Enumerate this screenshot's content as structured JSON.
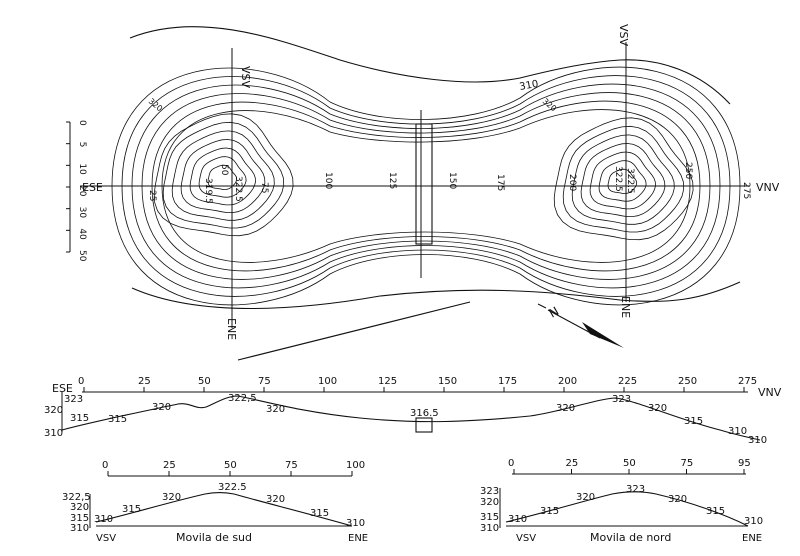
{
  "plan": {
    "axis_labels": {
      "ese": "ESE",
      "vnv": "VNV",
      "vsv_south": "VSV",
      "ene_south": "ENE",
      "vsv_north": "VSV",
      "ene_north": "ENE"
    },
    "north_arrow": "N",
    "scale_ticks": [
      "0",
      "5",
      "10",
      "20",
      "30",
      "40",
      "50"
    ],
    "contour_labels": {
      "c310": "310",
      "c100": "100",
      "c125": "125",
      "c150": "150",
      "c175": "175",
      "c200": "200",
      "c225": "225",
      "c250": "250",
      "c275": "275",
      "c25": "25",
      "c50": "50",
      "c75": "75",
      "s3195": "319.5",
      "s3225": "322.5",
      "n3225": "322.5",
      "n3225b": "322.5",
      "s320": "320",
      "n320": "320"
    }
  },
  "long_profile": {
    "left_label": "ESE",
    "right_label": "VNV",
    "axis_ticks": [
      "0",
      "25",
      "50",
      "75",
      "100",
      "125",
      "150",
      "175",
      "200",
      "225",
      "250",
      "275"
    ],
    "elev_ticks": [
      "323",
      "320",
      "315",
      "310"
    ],
    "point_labels": {
      "s315": "315",
      "s320": "320",
      "s3225": "322,5",
      "s320b": "320",
      "mid": "316.5",
      "n320": "320",
      "n323": "323",
      "n320b": "320",
      "n315": "315",
      "n310": "310",
      "n310b": "310"
    }
  },
  "south_profile": {
    "axis_ticks": [
      "0",
      "25",
      "50",
      "75",
      "100"
    ],
    "elev_ticks": [
      "322,5",
      "320",
      "315",
      "310"
    ],
    "point_labels": {
      "l310": "310",
      "l315": "315",
      "l320": "320",
      "peak": "322.5",
      "r320": "320",
      "r315": "315",
      "r310": "310"
    },
    "left_label": "VSV",
    "right_label": "ENE",
    "title": "Movila de sud"
  },
  "north_profile": {
    "axis_ticks": [
      "0",
      "25",
      "50",
      "75",
      "95"
    ],
    "elev_ticks": [
      "323",
      "320",
      "315",
      "310"
    ],
    "point_labels": {
      "l310": "310",
      "l315": "315",
      "l320": "320",
      "peak": "323",
      "r320": "320",
      "r315": "315",
      "r310": "310"
    },
    "left_label": "VSV",
    "right_label": "ENE",
    "title": "Movila de nord"
  }
}
